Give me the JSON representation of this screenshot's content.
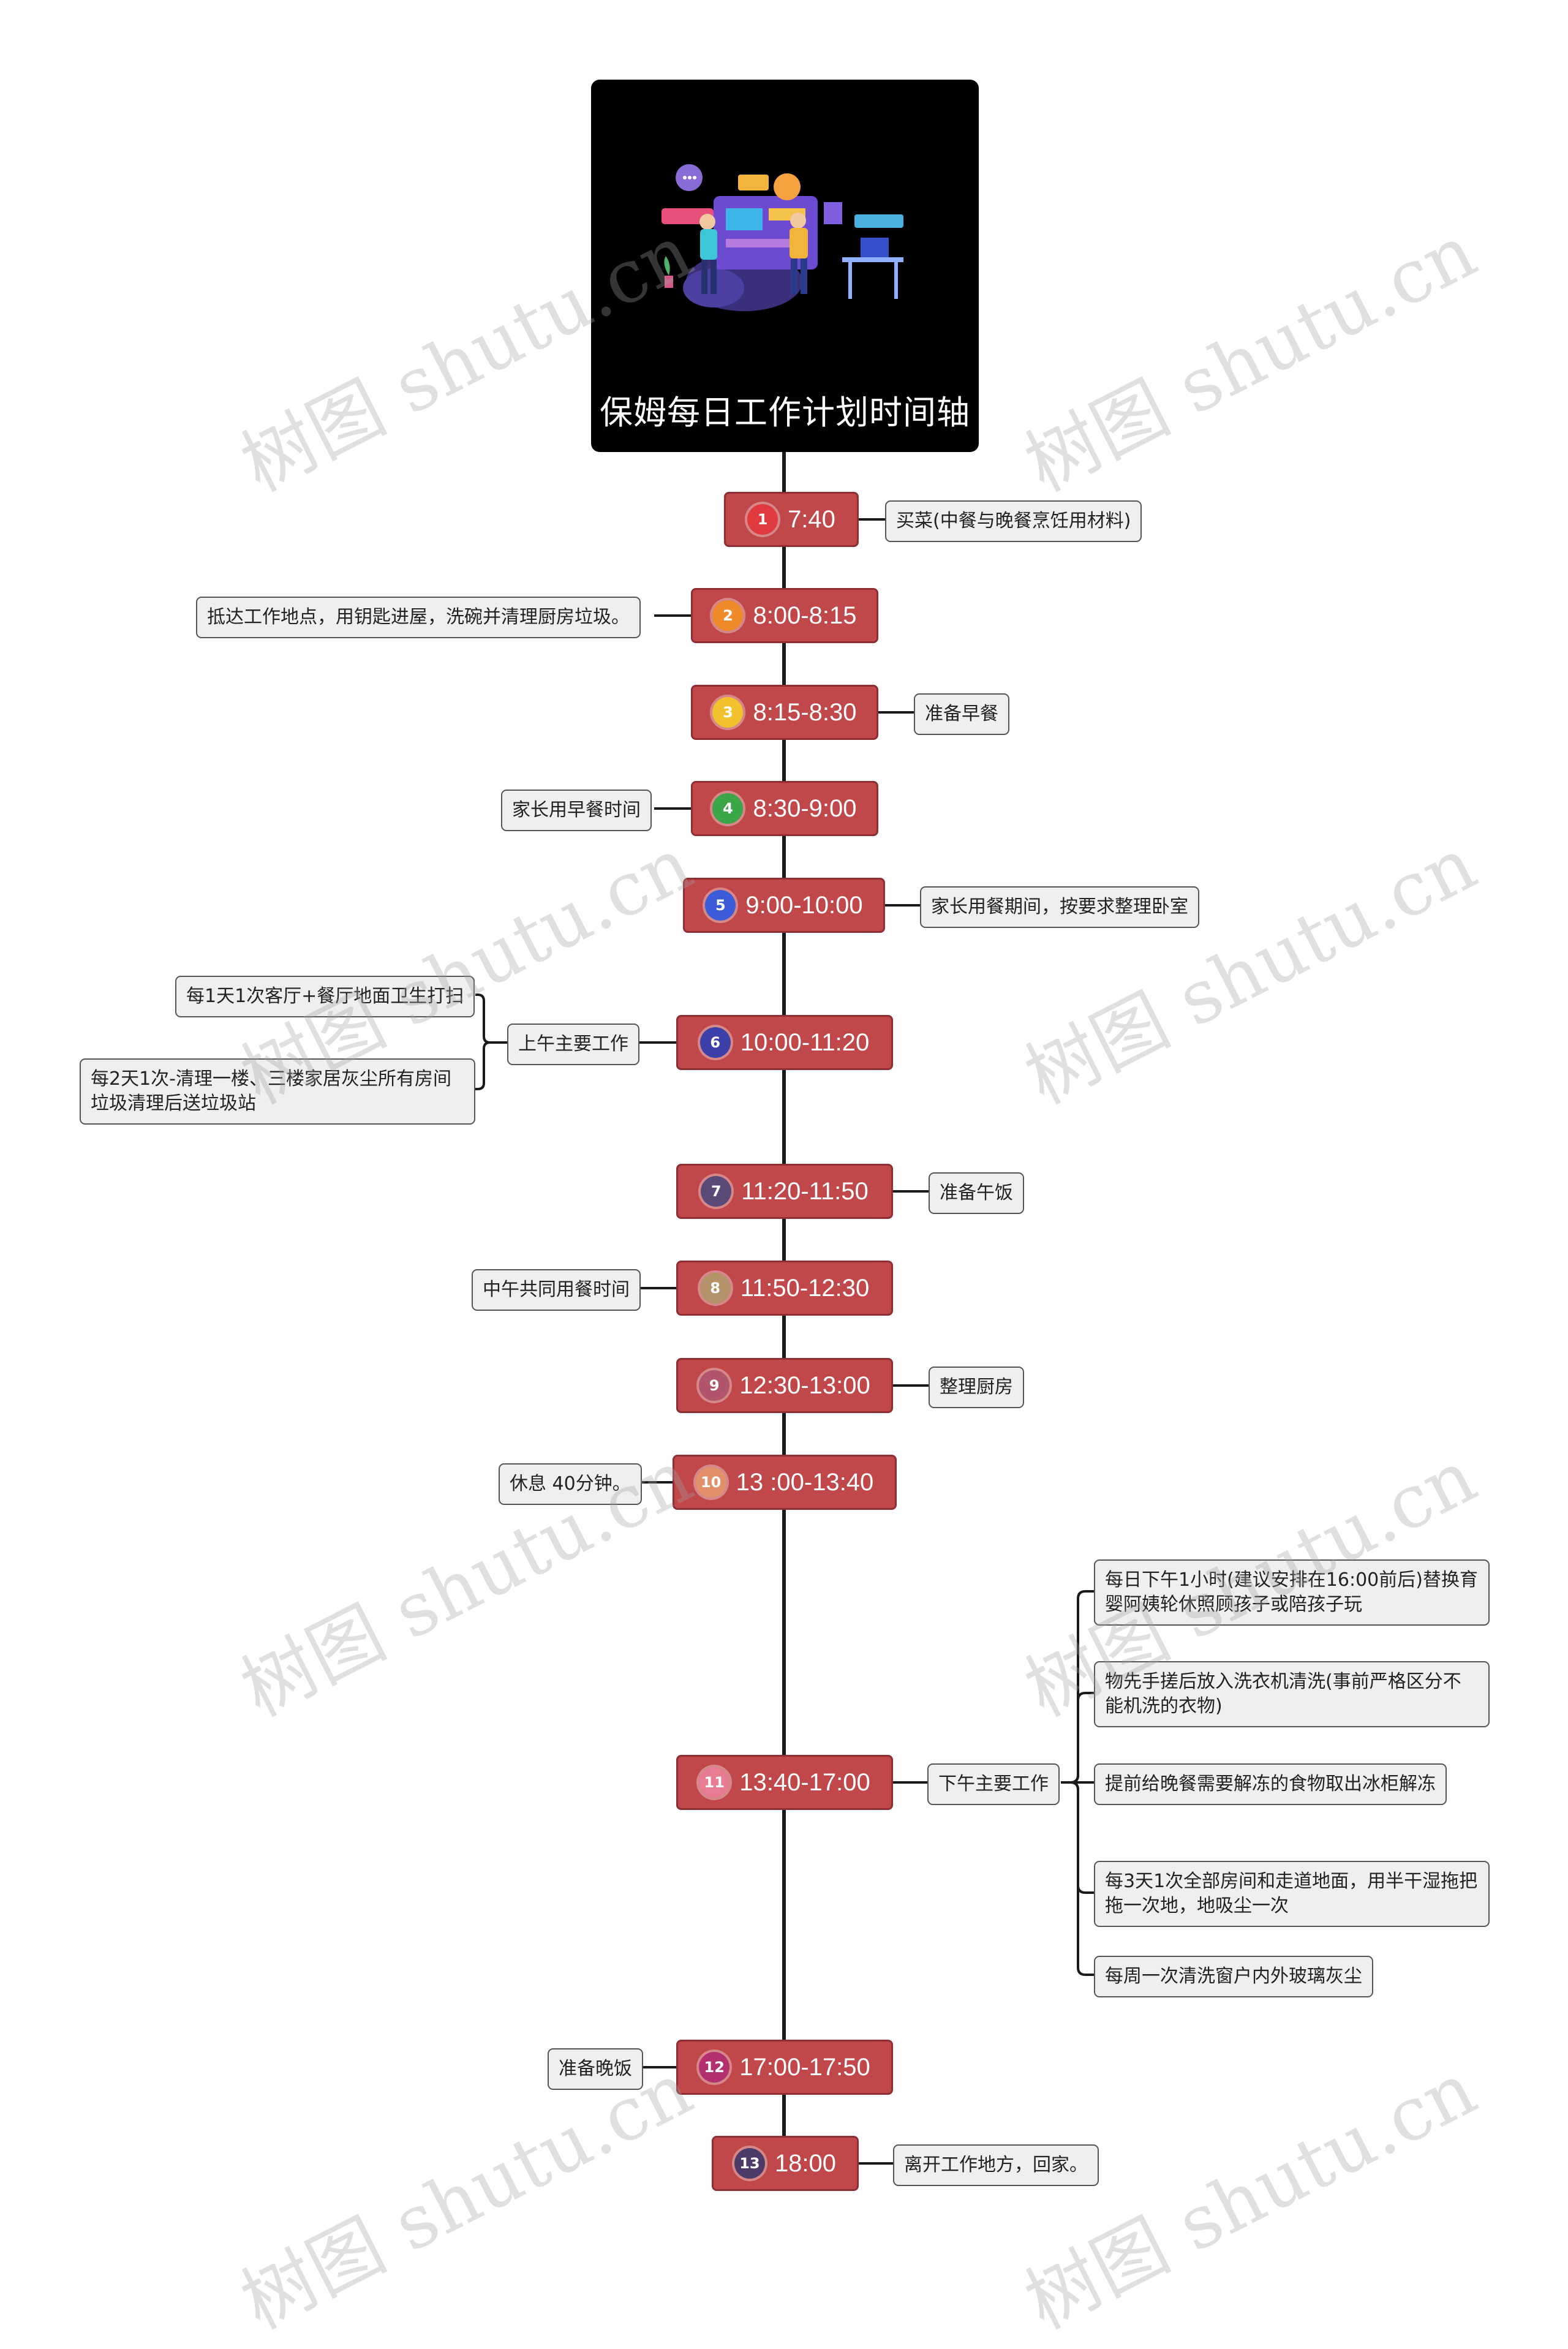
{
  "title": "保姆每日工作计划时间轴",
  "watermark": "树图 shutu.cn",
  "colors": {
    "node_fill": "#c0474a",
    "node_border": "#8f2f33",
    "line": "#1a1a1a",
    "note_fill": "#efefef"
  },
  "steps": [
    {
      "n": "1",
      "time": "7:40",
      "badge_color": "#e0393e",
      "notes": [
        "买菜(中餐与晚餐烹饪用材料)"
      ]
    },
    {
      "n": "2",
      "time": "8:00-8:15",
      "badge_color": "#f08b2c",
      "notes": [
        "抵达工作地点，用钥匙进屋，洗碗并清理厨房垃圾。"
      ]
    },
    {
      "n": "3",
      "time": "8:15-8:30",
      "badge_color": "#f2c12e",
      "notes": [
        "准备早餐"
      ]
    },
    {
      "n": "4",
      "time": "8:30-9:00",
      "badge_color": "#3aa648",
      "notes": [
        "家长用早餐时间"
      ]
    },
    {
      "n": "5",
      "time": "9:00-10:00",
      "badge_color": "#3b5bd9",
      "notes": [
        "家长用餐期间，按要求整理卧室"
      ]
    },
    {
      "n": "6",
      "time": "10:00-11:20",
      "badge_color": "#3c3fa8",
      "label": "上午主要工作",
      "notes": [
        "每1天1次客厅+餐厅地面卫生打扫",
        "每2天1次-清理一楼、三楼家居灰尘所有房间垃圾清理后送垃圾站"
      ]
    },
    {
      "n": "7",
      "time": "11:20-11:50",
      "badge_color": "#5a4a78",
      "notes": [
        "准备午饭"
      ]
    },
    {
      "n": "8",
      "time": "11:50-12:30",
      "badge_color": "#b4936a",
      "notes": [
        "中午共同用餐时间"
      ]
    },
    {
      "n": "9",
      "time": "12:30-13:00",
      "badge_color": "#b0556a",
      "notes": [
        "整理厨房"
      ]
    },
    {
      "n": "10",
      "time": "13 :00-13:40",
      "badge_color": "#e2906a",
      "notes": [
        "休息 40分钟。"
      ]
    },
    {
      "n": "11",
      "time": "13:40-17:00",
      "badge_color": "#e77c93",
      "label": "下午主要工作",
      "notes": [
        "每日下午1小时(建议安排在16:00前后)替换育婴阿姨轮休照顾孩子或陪孩子玩",
        "物先手搓后放入洗衣机清洗(事前严格区分不能机洗的衣物)",
        "提前给晚餐需要解冻的食物取出冰柜解冻",
        "每3天1次全部房间和走道地面，用半干湿拖把拖一次地，地吸尘一次",
        "每周一次清洗窗户内外玻璃灰尘"
      ]
    },
    {
      "n": "12",
      "time": "17:00-17:50",
      "badge_color": "#b3306e",
      "notes": [
        "准备晚饭"
      ]
    },
    {
      "n": "13",
      "time": "18:00",
      "badge_color": "#4c3b68",
      "notes": [
        "离开工作地方，回家。"
      ]
    }
  ]
}
